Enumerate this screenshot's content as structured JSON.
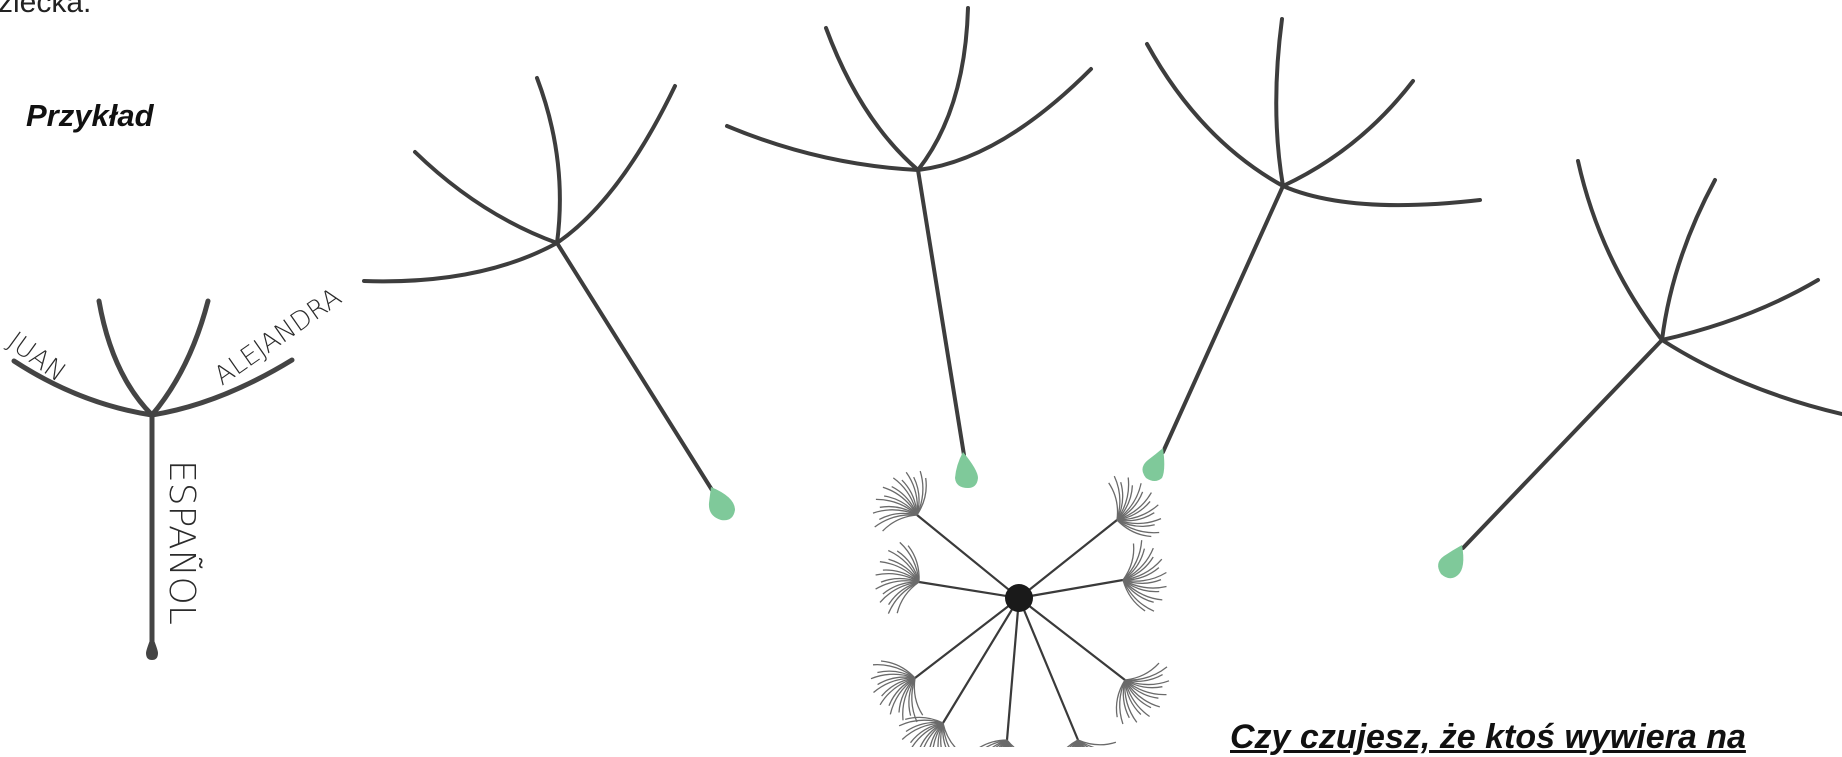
{
  "header": {
    "top_fragment": "ziecka.",
    "example_heading": "Przykład"
  },
  "example_seed": {
    "labels": {
      "left_branch": "JUAN",
      "right_branch": "ALEJANDRA",
      "stem": "ESPAÑOL"
    }
  },
  "footer": {
    "question": "Czy czujesz, że ktoś wywiera na"
  },
  "colors": {
    "stroke": "#3d3d3d",
    "seed_tip": "#7fc99a",
    "center_dot": "#1a1a1a",
    "fluff": "#6a6a6a"
  }
}
